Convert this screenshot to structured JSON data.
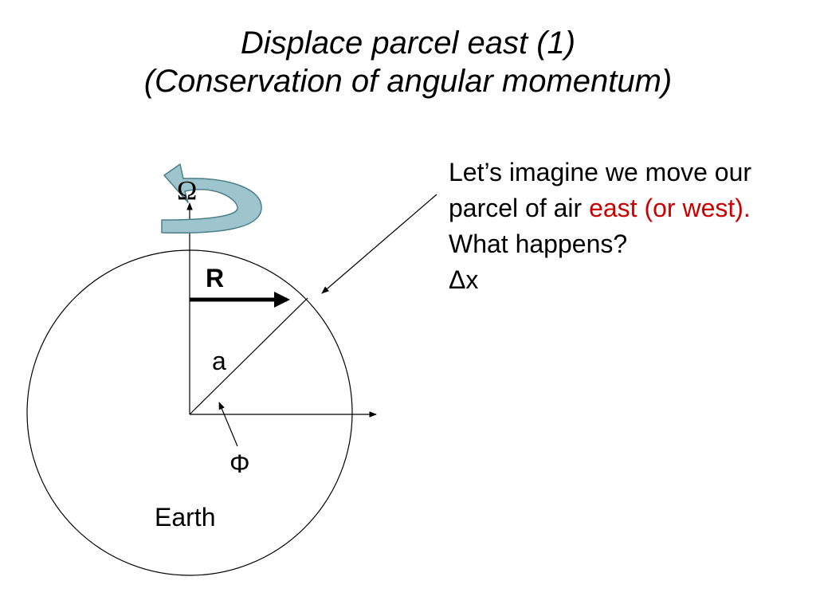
{
  "title": {
    "line1": "Displace parcel east (1)",
    "line2": "(Conservation of angular momentum)"
  },
  "diagram": {
    "labels": {
      "omega": "Ω",
      "R": "R",
      "a": "a",
      "phi": "Φ",
      "earth": "Earth"
    },
    "colors": {
      "rotation_arrow_fill": "#9ec5cd",
      "rotation_arrow_stroke": "#4a7f8a"
    }
  },
  "text": {
    "part1": "Let’s imagine we move our parcel of air ",
    "highlight": "east (or west).",
    "part2": "  What happens?",
    "line_delta": "Δx",
    "highlight_color": "#cc0000"
  }
}
